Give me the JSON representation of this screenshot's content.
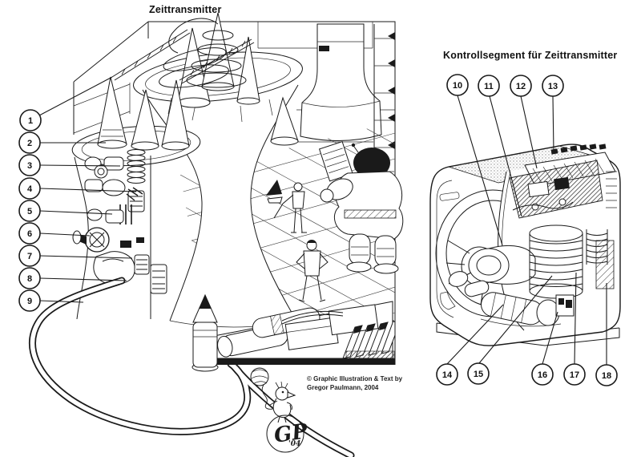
{
  "left_panel": {
    "title": "Zeittransmitter",
    "callouts": [
      "1",
      "2",
      "3",
      "4",
      "5",
      "6",
      "7",
      "8",
      "9"
    ]
  },
  "right_panel": {
    "title": "Kontrollsegment für Zeittransmitter",
    "callouts": [
      "10",
      "11",
      "12",
      "13",
      "14",
      "15",
      "16",
      "17",
      "18"
    ]
  },
  "credit": {
    "line1": "© Graphic Illustration & Text by",
    "line2": "Gregor Paulmann, 2004"
  },
  "signature": {
    "initials": "GP",
    "year": "'04"
  },
  "colors": {
    "ink": "#1a1a1a",
    "paper": "#ffffff"
  }
}
